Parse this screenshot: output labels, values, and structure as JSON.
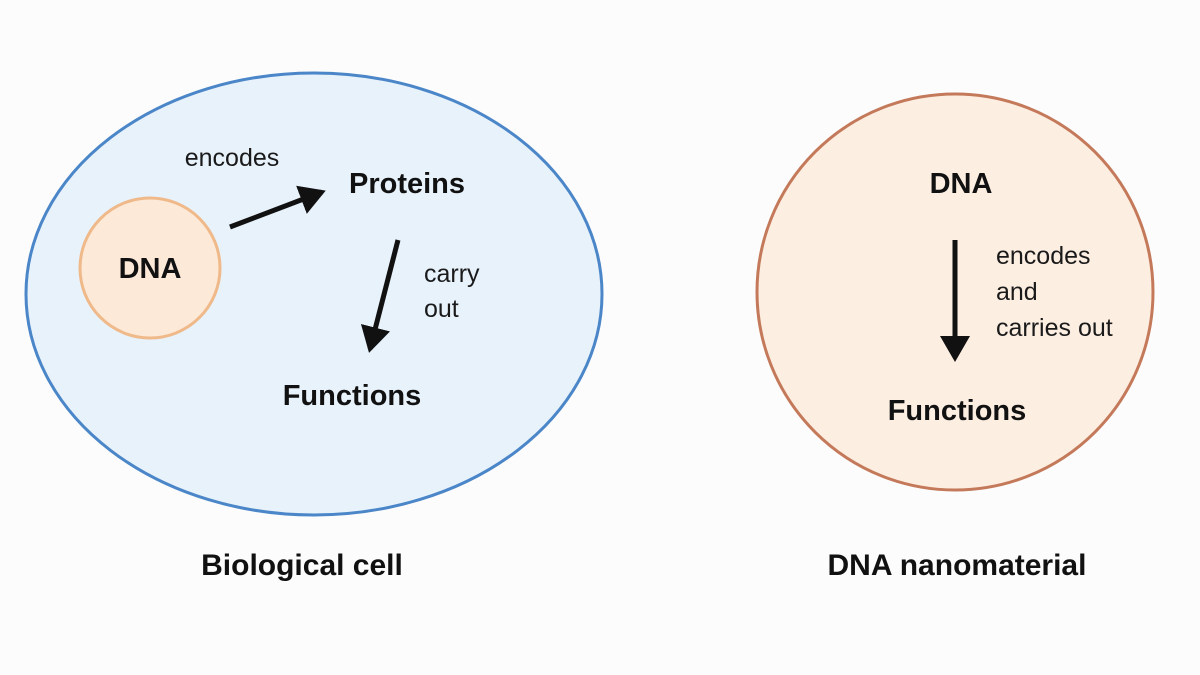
{
  "left_panel": {
    "caption": "Biological cell",
    "dna_label": "DNA",
    "proteins_label": "Proteins",
    "functions_label": "Functions",
    "edge_encodes": "encodes",
    "edge_carry_out": [
      "carry",
      "out"
    ],
    "colors": {
      "cell_fill": "#e8f2fb",
      "cell_stroke": "#4a86c8",
      "nucleus_fill": "#fde9d8",
      "nucleus_stroke": "#efb98a"
    }
  },
  "right_panel": {
    "caption": "DNA nanomaterial",
    "dna_label": "DNA",
    "functions_label": "Functions",
    "edge_encodes": [
      "encodes",
      "and",
      "carries out"
    ],
    "colors": {
      "fill": "#fdeee2",
      "stroke": "#c47a5a"
    }
  },
  "arrow_color": "#111111"
}
